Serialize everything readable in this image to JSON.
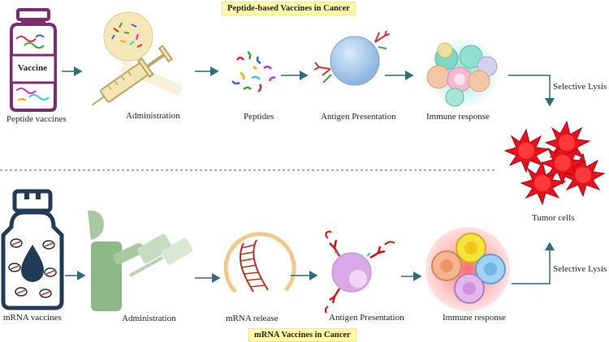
{
  "top": {
    "title": "Peptide-based Vaccines in Cancer",
    "vial_label": "Vaccine",
    "labels": {
      "peptide_vaccines": "Peptide vaccines",
      "administration": "Administration",
      "peptides": "Peptides",
      "antigen_presentation": "Antigen Presentation",
      "immune_response": "Immune response"
    },
    "lysis": "Selective Lysis"
  },
  "bottom": {
    "title": "mRNA Vaccines in Cancer",
    "labels": {
      "mrna_vaccines": "mRNA vaccines",
      "administration": "Administration",
      "mrna_release": "mRNA release",
      "antigen_presentation": "Antigen Presentation",
      "immune_response": "Immune response"
    },
    "lysis": "Selective Lysis"
  },
  "tumor_label": "Tumor cells",
  "colors": {
    "arrow": "#2a6f7a",
    "vial": "#7b2c73",
    "mrna_bottle": "#1f3b57",
    "tumor": "#e8121c",
    "banner": "#fff9a8"
  }
}
